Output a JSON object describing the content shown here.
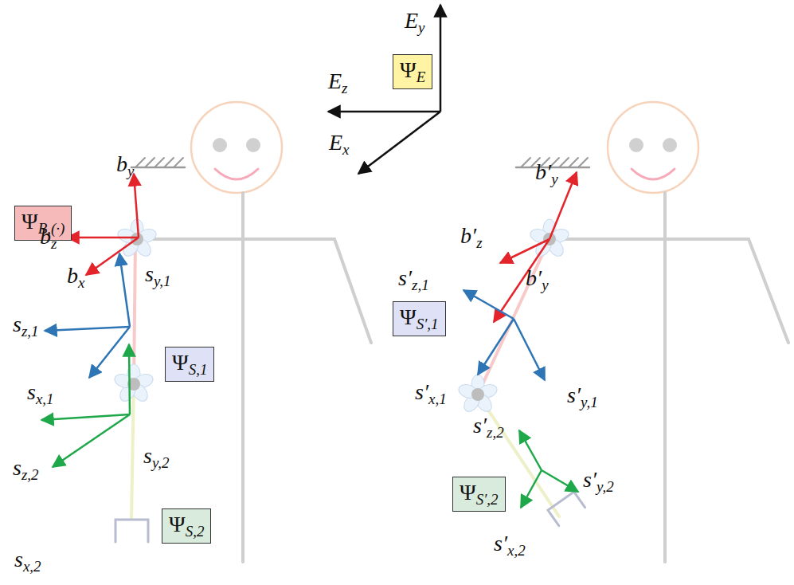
{
  "diagram": {
    "nodes": [
      {
        "text": [
          "ΨE"
        ]
      },
      {
        "text": [
          "ΨB,(·)"
        ]
      },
      {
        "text": [
          "ΨS,1"
        ]
      },
      {
        "text": [
          "ΨS,2"
        ]
      },
      {
        "text": [
          "ΨS′,1"
        ]
      },
      {
        "text": [
          "ΨS′,2"
        ]
      }
    ],
    "labels": [
      "Ey",
      "Ez",
      "Ex",
      "by",
      "bz",
      "bx",
      "sy,1",
      "sz,1",
      "sx,1",
      "sy,2",
      "sz,2",
      "sx,2",
      "b′y",
      "b′z",
      "b′y",
      "s′z,1",
      "s′x,1",
      "s′y,1",
      "s′z,2",
      "s′y,2",
      "s′x,2"
    ]
  }
}
